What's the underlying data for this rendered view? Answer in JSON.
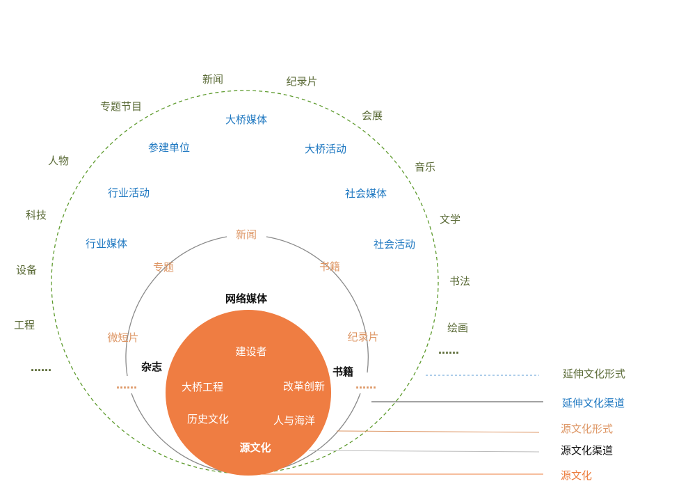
{
  "outer_ring": {
    "items": [
      "新闻",
      "纪录片",
      "会展",
      "音乐",
      "文学",
      "书法",
      "绘画",
      "……",
      "专题节目",
      "人物",
      "科技",
      "设备",
      "工程",
      "……"
    ]
  },
  "middle_ring": {
    "items": [
      "大桥媒体",
      "参建单位",
      "大桥活动",
      "行业活动",
      "社会媒体",
      "行业媒体",
      "社会活动"
    ]
  },
  "inner_ring": {
    "items": [
      "新闻",
      "专题",
      "书籍",
      "微短片",
      "纪录片",
      "……",
      "……"
    ]
  },
  "channels": {
    "network": "网络媒体",
    "magazine": "杂志",
    "books": "书籍"
  },
  "core": {
    "items": [
      "建设者",
      "大桥工程",
      "改革创新",
      "历史文化",
      "人与海洋"
    ],
    "title": "源文化"
  },
  "legend": {
    "items": [
      {
        "label": "延伸文化形式",
        "color": "#5a6a36",
        "line_color": "#5b9bd5",
        "dashed": true
      },
      {
        "label": "延伸文化渠道",
        "color": "#1f78c1",
        "line_color": "#444444",
        "dashed": false
      },
      {
        "label": "源文化形式",
        "color": "#dd9563",
        "line_color": "#dd9563",
        "dashed": false
      },
      {
        "label": "源文化渠道",
        "color": "#111111",
        "line_color": "#bbbbbb",
        "dashed": false
      },
      {
        "label": "源文化",
        "color": "#ec7c3c",
        "line_color": "#ec7c3c",
        "dashed": false
      }
    ]
  },
  "colors": {
    "outer_dashed": "#5e9b2e",
    "core_fill": "#ef7d42",
    "inner_arc": "#8a8a8a"
  }
}
